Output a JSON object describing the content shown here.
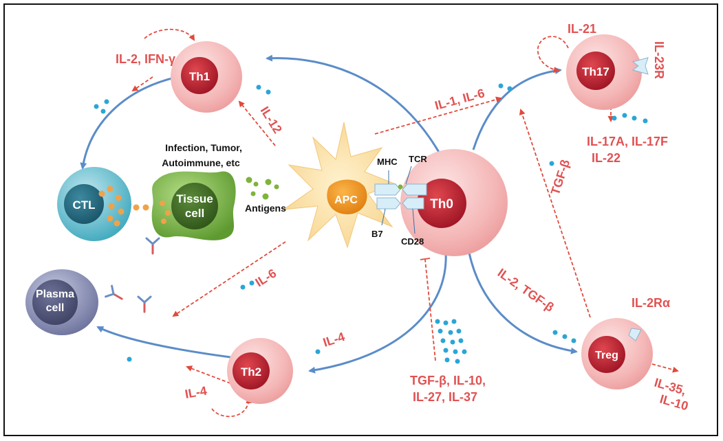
{
  "colors": {
    "blue_arrow": "#5b8cc8",
    "red_dashed": "#e04a3c",
    "red_text": "#e05252",
    "pink_cell": "#f4b6b6",
    "nucleus_red": "#b91c2c",
    "ctl_teal": "#4bb6c9",
    "plasma_purple": "#8086ad",
    "tissue_green": "#7db94a",
    "apc_cream": "#fbe0a6",
    "apc_nucleus": "#f59a1f",
    "cytokine_dot": "#2aa6d6",
    "antigen_dot": "#7fb33a"
  },
  "cells": {
    "th1": "Th1",
    "th17": "Th17",
    "th0": "Th0",
    "th2": "Th2",
    "treg": "Treg",
    "ctl": "CTL",
    "plasma_line1": "Plasma",
    "plasma_line2": "cell",
    "tissue_line1": "Tissue",
    "tissue_line2": "cell",
    "apc": "APC"
  },
  "labels": {
    "il2_ifng": "IL-2, IFN-γ",
    "il12": "IL-12",
    "il1_il6": "IL-1, IL-6",
    "il21": "IL-21",
    "il23r": "IL-23R",
    "il17_line1": "IL-17A, IL-17F",
    "il17_line2": "IL-22",
    "tgfb": "TGF-β",
    "il2_tgfb": "IL-2, TGF-β",
    "il2ra": "IL-2Rα",
    "il35_line1": "IL-35,",
    "il35_line2": "IL-10",
    "il6": "IL-6",
    "il4_th2": "IL-4",
    "il4_loop": "IL-4",
    "inhib_line1": "TGF-β, IL-10,",
    "inhib_line2": "IL-27, IL-37",
    "trigger_line1": "Infection, Tumor,",
    "trigger_line2": "Autoimmune, etc",
    "antigens": "Antigens",
    "mhc": "MHC",
    "tcr": "TCR",
    "b7": "B7",
    "cd28": "CD28"
  }
}
